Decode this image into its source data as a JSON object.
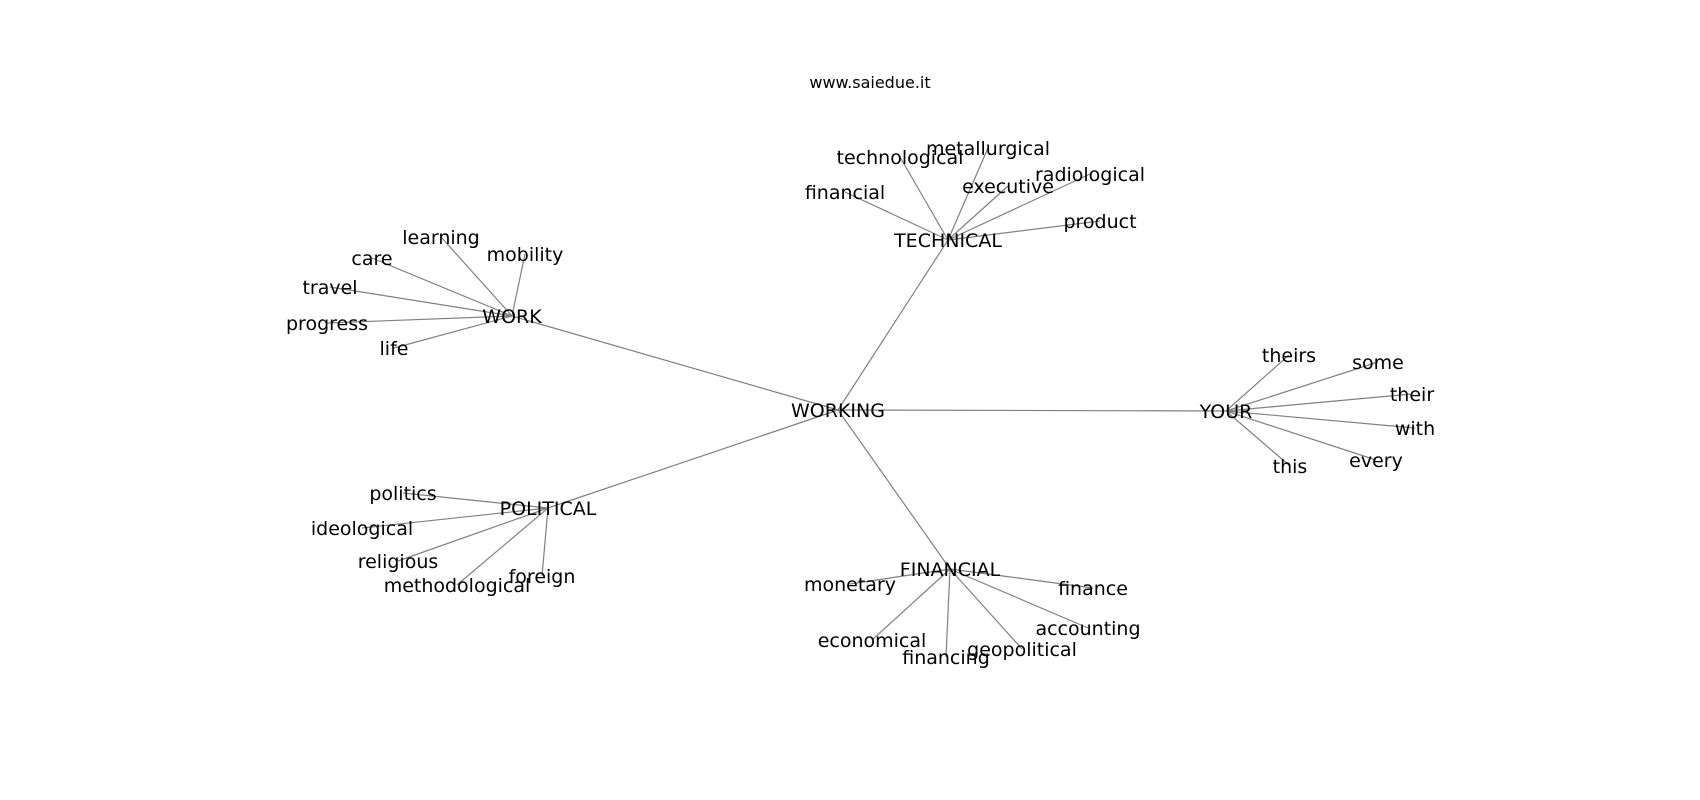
{
  "site": "www.saiedue.it",
  "center": "WORKING",
  "hubs": [
    {
      "id": "TECHNICAL",
      "label": "TECHNICAL",
      "leaves": [
        "financial",
        "technological",
        "metallurgical",
        "executive",
        "radiological",
        "product"
      ]
    },
    {
      "id": "WORK",
      "label": "WORK",
      "leaves": [
        "learning",
        "care",
        "mobility",
        "travel",
        "progress",
        "life"
      ]
    },
    {
      "id": "YOUR",
      "label": "YOUR",
      "leaves": [
        "theirs",
        "some",
        "their",
        "with",
        "every",
        "this"
      ]
    },
    {
      "id": "POLITICAL",
      "label": "POLITICAL",
      "leaves": [
        "politics",
        "ideological",
        "religious",
        "methodological",
        "foreign"
      ]
    },
    {
      "id": "FINANCIAL",
      "label": "FINANCIAL",
      "leaves": [
        "monetary",
        "finance",
        "accounting",
        "economical",
        "financing",
        "geopolitical"
      ]
    }
  ]
}
